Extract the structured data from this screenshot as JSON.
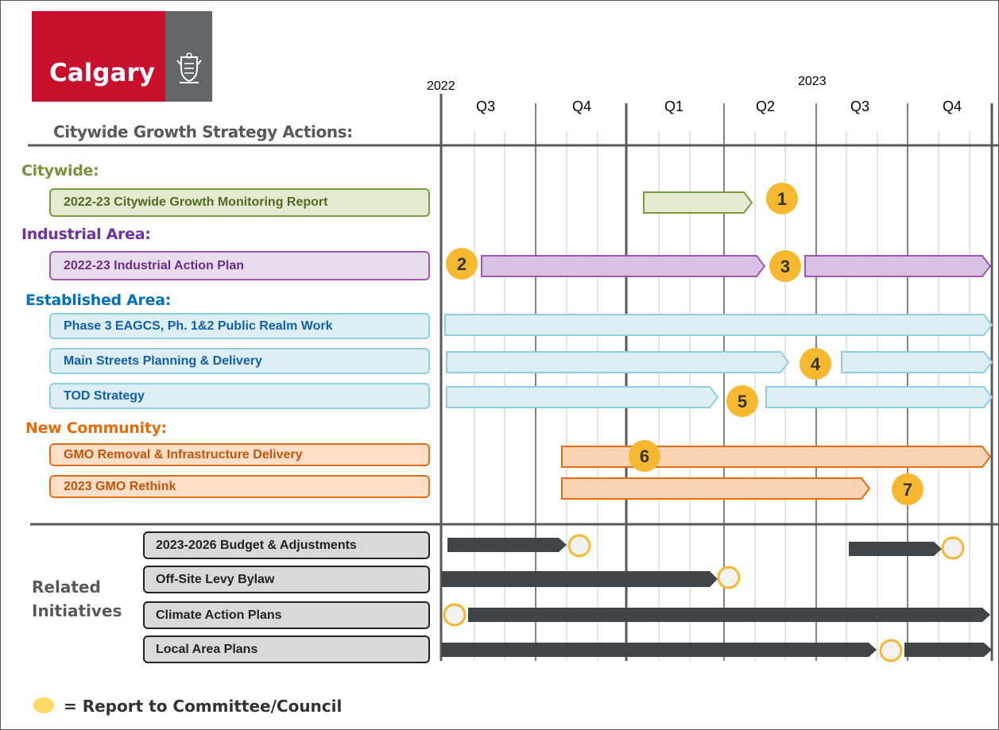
{
  "logo": {
    "text": "Calgary",
    "red": "#c8102e",
    "grey": "#63666a"
  },
  "timeline": {
    "year_2022": "2022",
    "year_2023": "2023",
    "quarters": [
      "Q3",
      "Q4",
      "Q1",
      "Q2",
      "Q3",
      "Q4"
    ]
  },
  "title": "Citywide Growth Strategy Actions:",
  "categories": {
    "citywide": {
      "label": "Citywide:",
      "color": "#76923c"
    },
    "industrial": {
      "label": "Industrial Area:",
      "color": "#7030a0"
    },
    "established": {
      "label": "Established Area:",
      "color": "#0070c0"
    },
    "new_community": {
      "label": "New Community:",
      "color": "#e36c09"
    }
  },
  "actions": [
    {
      "label": "2022-23 Citywide Growth Monitoring Report",
      "category": "citywide"
    },
    {
      "label": "2022-23 Industrial Action Plan",
      "category": "industrial"
    },
    {
      "label": "Phase 3 EAGCS, Ph. 1&2 Public Realm Work",
      "category": "established"
    },
    {
      "label": "Main Streets Planning & Delivery",
      "category": "established"
    },
    {
      "label": "TOD Strategy",
      "category": "established"
    },
    {
      "label": "GMO Removal & Infrastructure Delivery",
      "category": "new_community"
    },
    {
      "label": "2023 GMO Rethink",
      "category": "new_community"
    }
  ],
  "milestones": [
    "1",
    "2",
    "3",
    "4",
    "5",
    "6",
    "7"
  ],
  "related": {
    "label_line1": "Related",
    "label_line2": "Initiatives",
    "items": [
      {
        "label": "2023-2026 Budget & Adjustments"
      },
      {
        "label": "Off-Site Levy Bylaw"
      },
      {
        "label": "Climate Action Plans"
      },
      {
        "label": "Local Area Plans"
      }
    ]
  },
  "legend": {
    "text": "= Report to Committee/Council",
    "color": "#ffd966"
  },
  "colors": {
    "milestone_fill": "#f5b82e",
    "related_bar": "#3f4549",
    "grid": "#595959"
  }
}
